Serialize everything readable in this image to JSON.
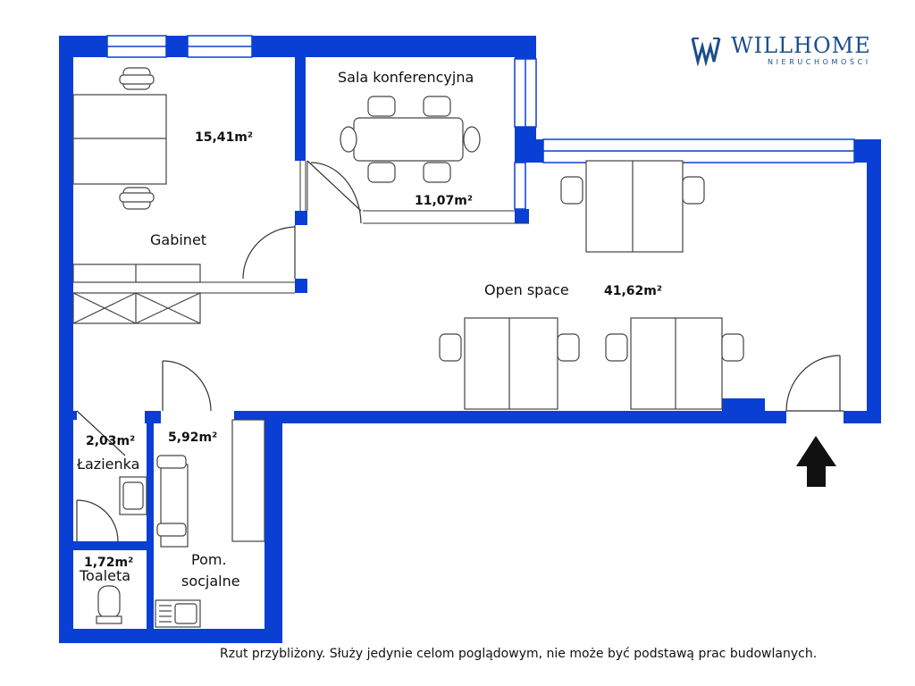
{
  "brand": {
    "name": "WILLHOME",
    "subtitle": "NIERUCHOMOŚCI",
    "color": "#1c4d8c"
  },
  "colors": {
    "wall": "#0a3fd6",
    "furniture": "#444444",
    "arrow": "#111111"
  },
  "rooms": {
    "gabinet": {
      "name": "Gabinet",
      "area": "15,41m²"
    },
    "sala": {
      "name": "Sala konferencyjna",
      "area": "11,07m²"
    },
    "open_space": {
      "name": "Open space",
      "area": "41,62m²"
    },
    "lazienka": {
      "name": "Łazienka",
      "area": "2,03m²"
    },
    "toaleta": {
      "name": "Toaleta",
      "area": "1,72m²"
    },
    "socjalne": {
      "name_line1": "Pom.",
      "name_line2": "socjalne",
      "area": "5,92m²"
    }
  },
  "entrance_icon": "arrow-up-icon",
  "disclaimer": "Rzut przybliżony. Służy jedynie celom poglądowym, nie może być podstawą prac budowlanych."
}
